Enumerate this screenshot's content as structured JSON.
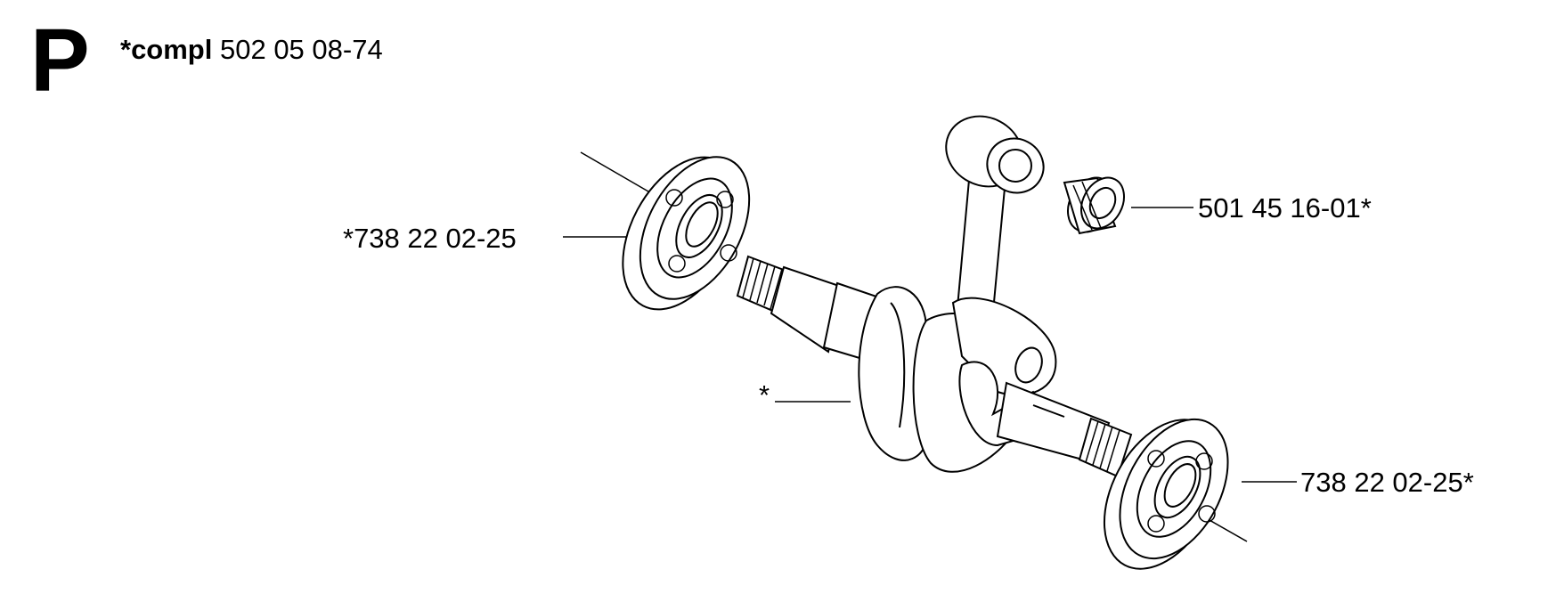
{
  "section": {
    "letter": "P"
  },
  "header": {
    "compl_label": "*compl",
    "part_number": "502 05 08-74"
  },
  "callouts": {
    "bearing_left": "*738 22 02-25",
    "needle_bearing": "501 45 16-01*",
    "crankshaft": "*",
    "bearing_right": "738 22 02-25*"
  }
}
